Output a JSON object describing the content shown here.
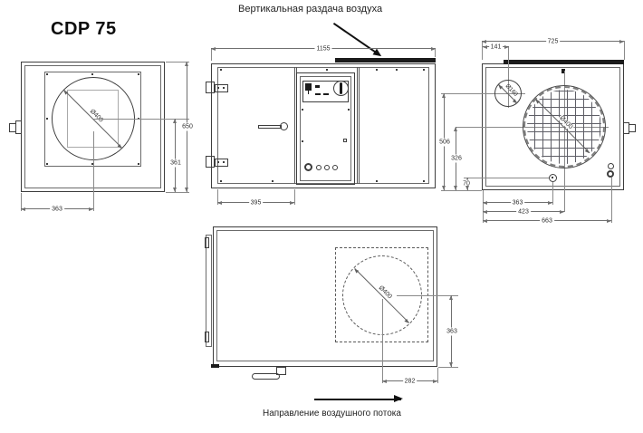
{
  "page": {
    "title": "CDP 75"
  },
  "annotations": {
    "top": "Вертикальная раздача воздуха",
    "bottom": "Направление воздушного потока"
  },
  "views": {
    "left_side": {
      "label": "left side view",
      "dims": {
        "height": "650",
        "fan_center_to_bottom": "361",
        "front_to_fan_center": "363",
        "fan_diameter": "Ø400"
      }
    },
    "front": {
      "label": "front view",
      "dims": {
        "width": "1155",
        "door_width": "395"
      }
    },
    "right_side": {
      "label": "right side view",
      "dims": {
        "depth": "725",
        "duct_offset": "141",
        "duct_diameter": "Ø160",
        "grille_diameter": "Ø400",
        "duct_height": "506",
        "grille_height": "326",
        "drain_height": "70",
        "drain_offset": "363",
        "grille_offset": "423",
        "connections_offset": "663"
      }
    },
    "top": {
      "label": "top view",
      "dims": {
        "fan_diameter": "Ø400",
        "fan_to_front": "363",
        "fan_to_side": "282"
      }
    }
  },
  "colors": {
    "line": "#3d3d3d",
    "dim": "#6f6f6f",
    "dark_strip": "#1b1b1b",
    "background": "#ffffff"
  }
}
